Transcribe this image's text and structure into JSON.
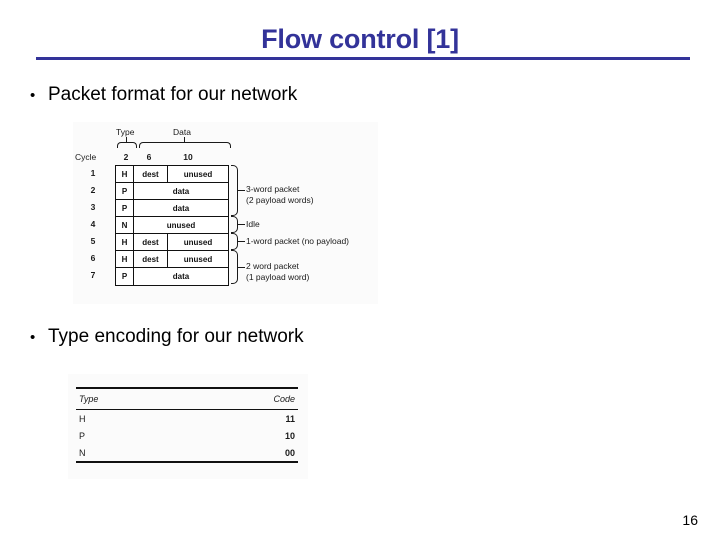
{
  "slide": {
    "title": "Flow control [1]",
    "title_color": "#333399",
    "page_number": "16",
    "background": "#ffffff"
  },
  "bullets": [
    {
      "marker": "•",
      "text": "Packet format for our network"
    },
    {
      "marker": "•",
      "text": "Type encoding for our network"
    }
  ],
  "packet_figure": {
    "field_headers": {
      "type": "Type",
      "data": "Data"
    },
    "field_widths": {
      "type": "2",
      "dest": "6",
      "unused": "10"
    },
    "cycle_header": "Cycle",
    "rows": [
      {
        "cycle": "1",
        "type": "H",
        "fields": [
          "dest",
          "unused"
        ]
      },
      {
        "cycle": "2",
        "type": "P",
        "fields": [
          "data"
        ]
      },
      {
        "cycle": "3",
        "type": "P",
        "fields": [
          "data"
        ]
      },
      {
        "cycle": "4",
        "type": "N",
        "fields": [
          "unused"
        ]
      },
      {
        "cycle": "5",
        "type": "H",
        "fields": [
          "dest",
          "unused"
        ]
      },
      {
        "cycle": "6",
        "type": "H",
        "fields": [
          "dest",
          "unused"
        ]
      },
      {
        "cycle": "7",
        "type": "P",
        "fields": [
          "data"
        ]
      }
    ],
    "groups": [
      {
        "line1": "3-word packet",
        "line2": "(2 payload words)"
      },
      {
        "line1": "Idle",
        "line2": ""
      },
      {
        "line1": "1-word packet (no payload)",
        "line2": ""
      },
      {
        "line1": "2 word packet",
        "line2": "(1 payload word)"
      }
    ]
  },
  "encoding_table": {
    "headers": {
      "type": "Type",
      "code": "Code"
    },
    "rows": [
      {
        "type": "H",
        "code": "11"
      },
      {
        "type": "P",
        "code": "10"
      },
      {
        "type": "N",
        "code": "00"
      }
    ]
  }
}
